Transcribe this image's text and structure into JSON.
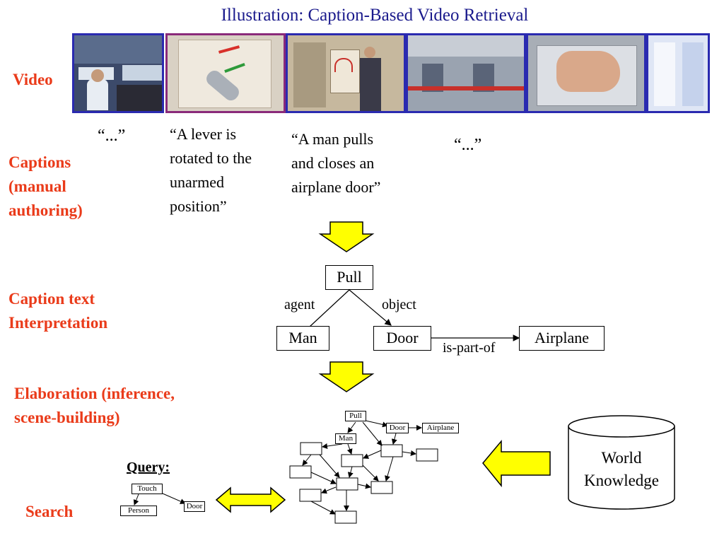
{
  "title": "Illustration: Caption-Based Video Retrieval",
  "labels": {
    "video": "Video",
    "captions": [
      "Captions",
      "(manual",
      "authoring)"
    ],
    "interpretation": [
      "Caption text",
      "Interpretation"
    ],
    "elaboration": [
      "Elaboration (inference,",
      "scene-building)"
    ],
    "search": "Search"
  },
  "captions": {
    "c1": "“...”",
    "c2": [
      "“A lever is",
      "rotated to the",
      "unarmed",
      "position”"
    ],
    "c3": [
      "“A man pulls",
      "and closes an",
      "airplane door”"
    ],
    "c4": "“...”"
  },
  "graph": {
    "pull": "Pull",
    "man": "Man",
    "door": "Door",
    "airplane": "Airplane",
    "agent": "agent",
    "object": "object",
    "is_part_of": "is-part-of"
  },
  "mini_graph": {
    "pull": "Pull",
    "man": "Man",
    "door": "Door",
    "airplane": "Airplane"
  },
  "query": {
    "label": "Query:",
    "touch": "Touch",
    "person": "Person",
    "door": "Door"
  },
  "knowledge": [
    "World",
    "Knowledge"
  ],
  "colors": {
    "title": "#1a1a8c",
    "label": "#ea3b1a",
    "arrow_fill": "#ffff00",
    "frame_border": "#2a2ab0"
  }
}
